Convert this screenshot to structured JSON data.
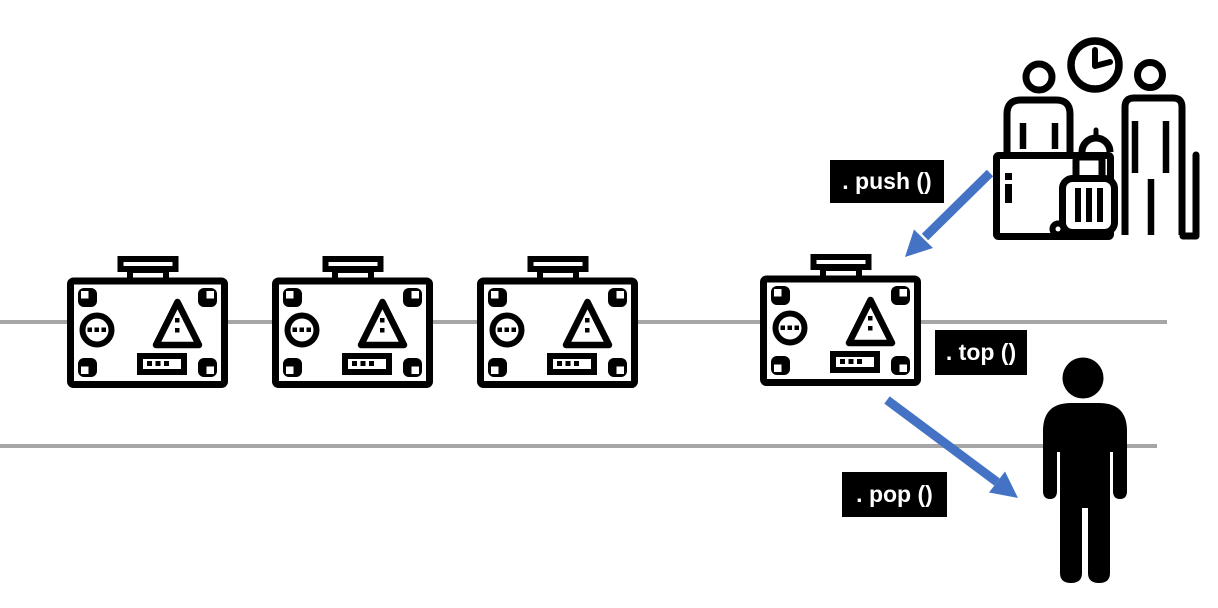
{
  "labels": {
    "push": ". push ()",
    "top": ". top ()",
    "pop": ". pop ()"
  },
  "colors": {
    "arrow": "#4472C4",
    "belt": "#A6A6A6",
    "label_bg": "#000000",
    "label_text": "#FFFFFF",
    "icon_ink": "#000000"
  },
  "icons": {
    "suitcase": "suitcase-icon",
    "check_in_counter": "check-in-counter-icon",
    "person": "person-icon",
    "push_arrow": "push-arrow-icon",
    "pop_arrow": "pop-arrow-icon"
  },
  "scene": {
    "suitcase_count": 4,
    "conveyor_line_count": 2,
    "description": "stack operations shown as airport luggage conveyor"
  }
}
